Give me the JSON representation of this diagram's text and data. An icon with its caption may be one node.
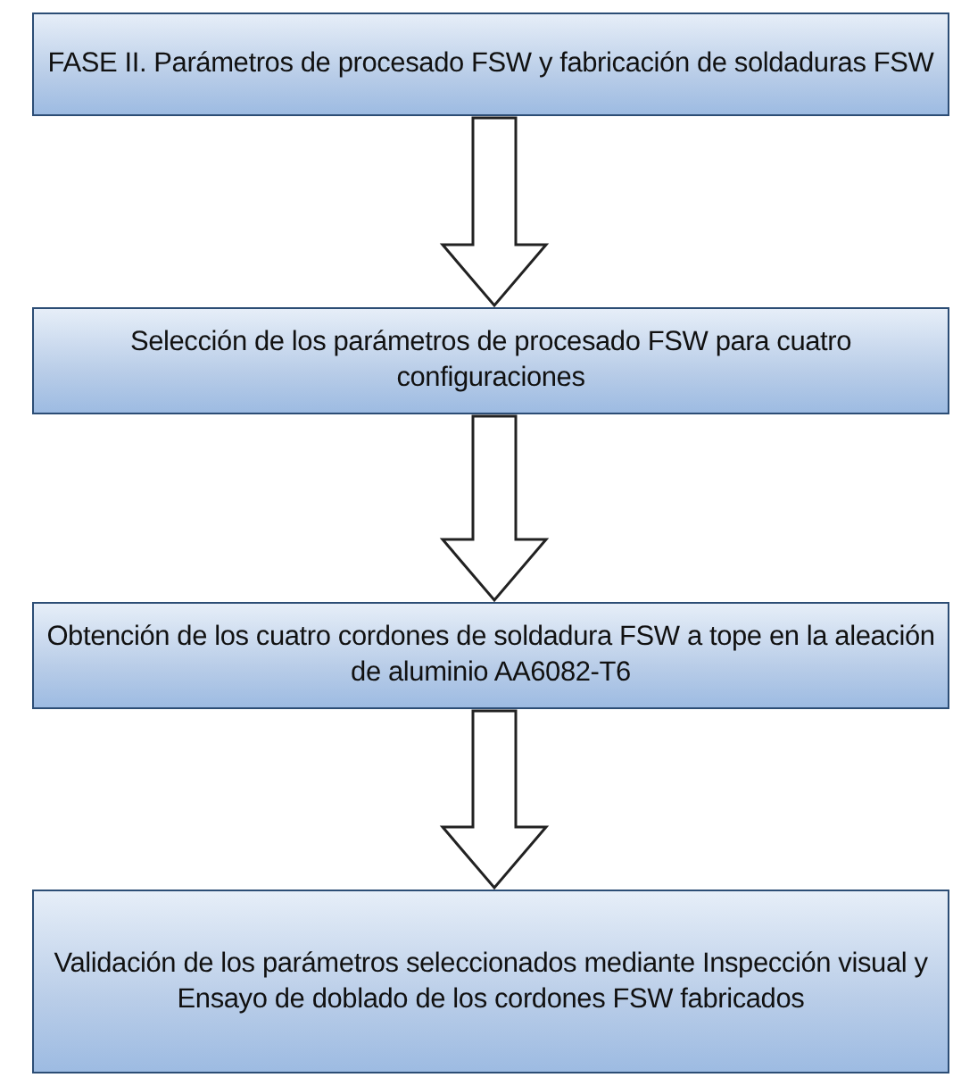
{
  "diagram": {
    "nodes": [
      {
        "text": [
          "FASE II. Parámetros de procesado FSW y fabricación de soldaduras FSW"
        ]
      },
      {
        "text": [
          "Selección de los parámetros de procesado FSW para cuatro configuraciones"
        ]
      },
      {
        "text": [
          "Obtención de los cuatro cordones de soldadura FSW a tope en la aleación de aluminio AA6082-T6"
        ]
      },
      {
        "text": [
          "Validación de los parámetros seleccionados mediante Inspección visual y Ensayo de doblado de los cordones FSW fabricados"
        ]
      }
    ],
    "edges": [
      {
        "from": 0,
        "to": 1,
        "arrow": "to"
      },
      {
        "from": 1,
        "to": 2,
        "arrow": "to"
      },
      {
        "from": 2,
        "to": 3,
        "arrow": "to"
      }
    ]
  }
}
